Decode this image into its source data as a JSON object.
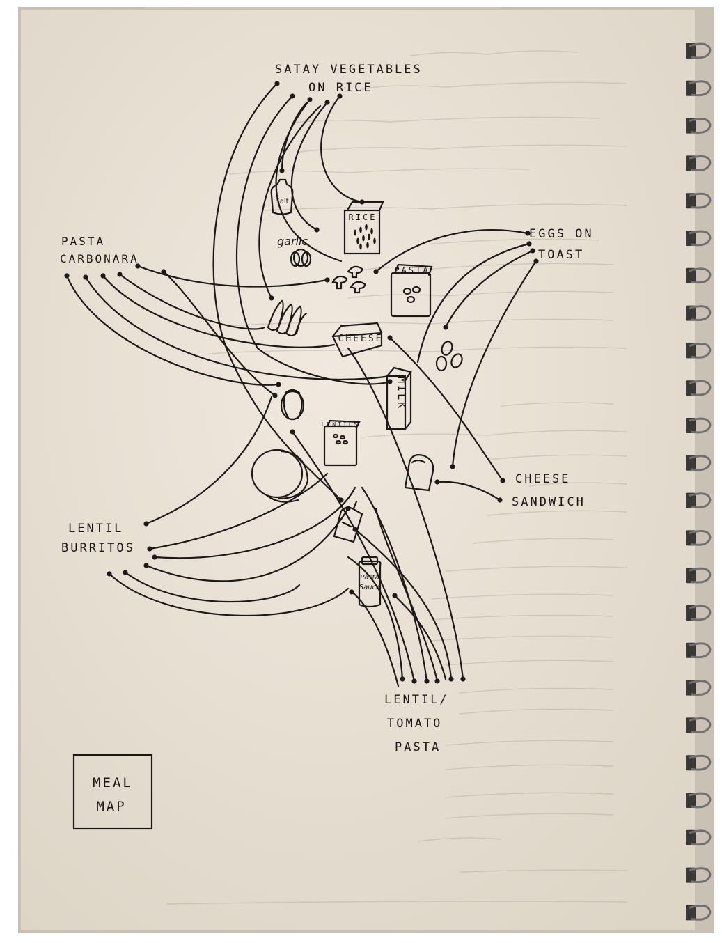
{
  "meals": {
    "satay_line1": "SATAY VEGETABLES",
    "satay_line2": "ON RICE",
    "eggs_line1": "EGGS ON",
    "eggs_line2": "TOAST",
    "carbonara_line1": "PASTA",
    "carbonara_line2": "CARBONARA",
    "cheese_sandwich_line1": "CHEESE",
    "cheese_sandwich_line2": "SANDWICH",
    "lentil_burritos_line1": "LENTIL",
    "lentil_burritos_line2": "BURRITOS",
    "lentil_pasta_line1": "LENTIL/",
    "lentil_pasta_line2": "TOMATO",
    "lentil_pasta_line3": "PASTA"
  },
  "ingredients": {
    "rice": "RICE",
    "pasta": "PASTA",
    "cheese": "CHEESE",
    "milk": "MILK",
    "lentils": "LENTILS",
    "salt": "Salt",
    "garlic": "garlic",
    "pasta_sauce_line1": "Pasta",
    "pasta_sauce_line2": "Sauce"
  },
  "title_box": {
    "line1": "MEAL",
    "line2": "MAP"
  },
  "colors": {
    "paper": "#ece6da",
    "ink": "#1c1916",
    "spiral": "#6f6f6f"
  }
}
